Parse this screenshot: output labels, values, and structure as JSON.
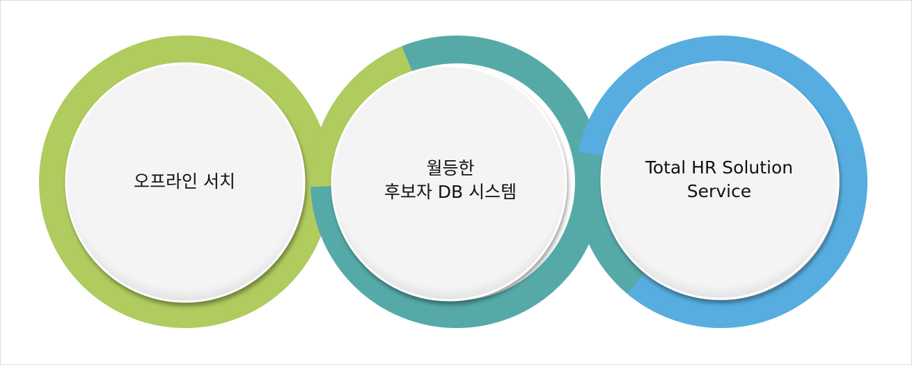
{
  "circles": [
    {
      "id": "offline",
      "lines": [
        "오프라인 서치"
      ],
      "ring_color": "#b0cb5e"
    },
    {
      "id": "db",
      "lines": [
        "월등한",
        "후보자 DB 시스템"
      ],
      "ring_color": "#55aaa8"
    },
    {
      "id": "hr",
      "lines": [
        "Total HR Solution",
        "Service"
      ],
      "ring_color": "#57addf"
    }
  ],
  "colors": {
    "inner_fill": "#f3f3f3"
  }
}
